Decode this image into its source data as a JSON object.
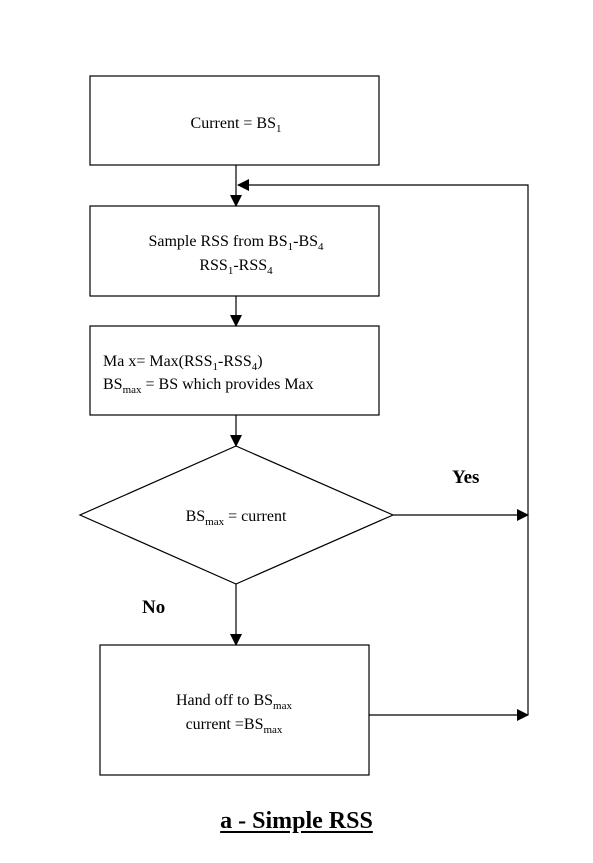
{
  "nodes": {
    "start": {
      "text": "Current = BS",
      "sub": "1"
    },
    "sample": {
      "line1": {
        "a": "Sample RSS from BS",
        "s1": "1",
        "b": "-BS",
        "s2": "4"
      },
      "line2": {
        "a": "RSS",
        "s1": "1",
        "b": "-RSS",
        "s2": "4"
      }
    },
    "max": {
      "line1": {
        "a": "Ma x= Max(RSS",
        "s1": "1",
        "b": "-RSS",
        "s2": "4",
        "c": ")"
      },
      "line2": {
        "a": "BS",
        "s1": "max",
        "b": " = BS which provides Max"
      }
    },
    "decision": {
      "a": "BS",
      "s1": "max",
      "b": " = current"
    },
    "handoff": {
      "line1": {
        "a": "Hand off to BS",
        "s1": "max"
      },
      "line2": {
        "a": "current =BS",
        "s1": "max"
      }
    }
  },
  "edge_labels": {
    "yes": "Yes",
    "no": "No"
  },
  "caption": "a - Simple RSS"
}
